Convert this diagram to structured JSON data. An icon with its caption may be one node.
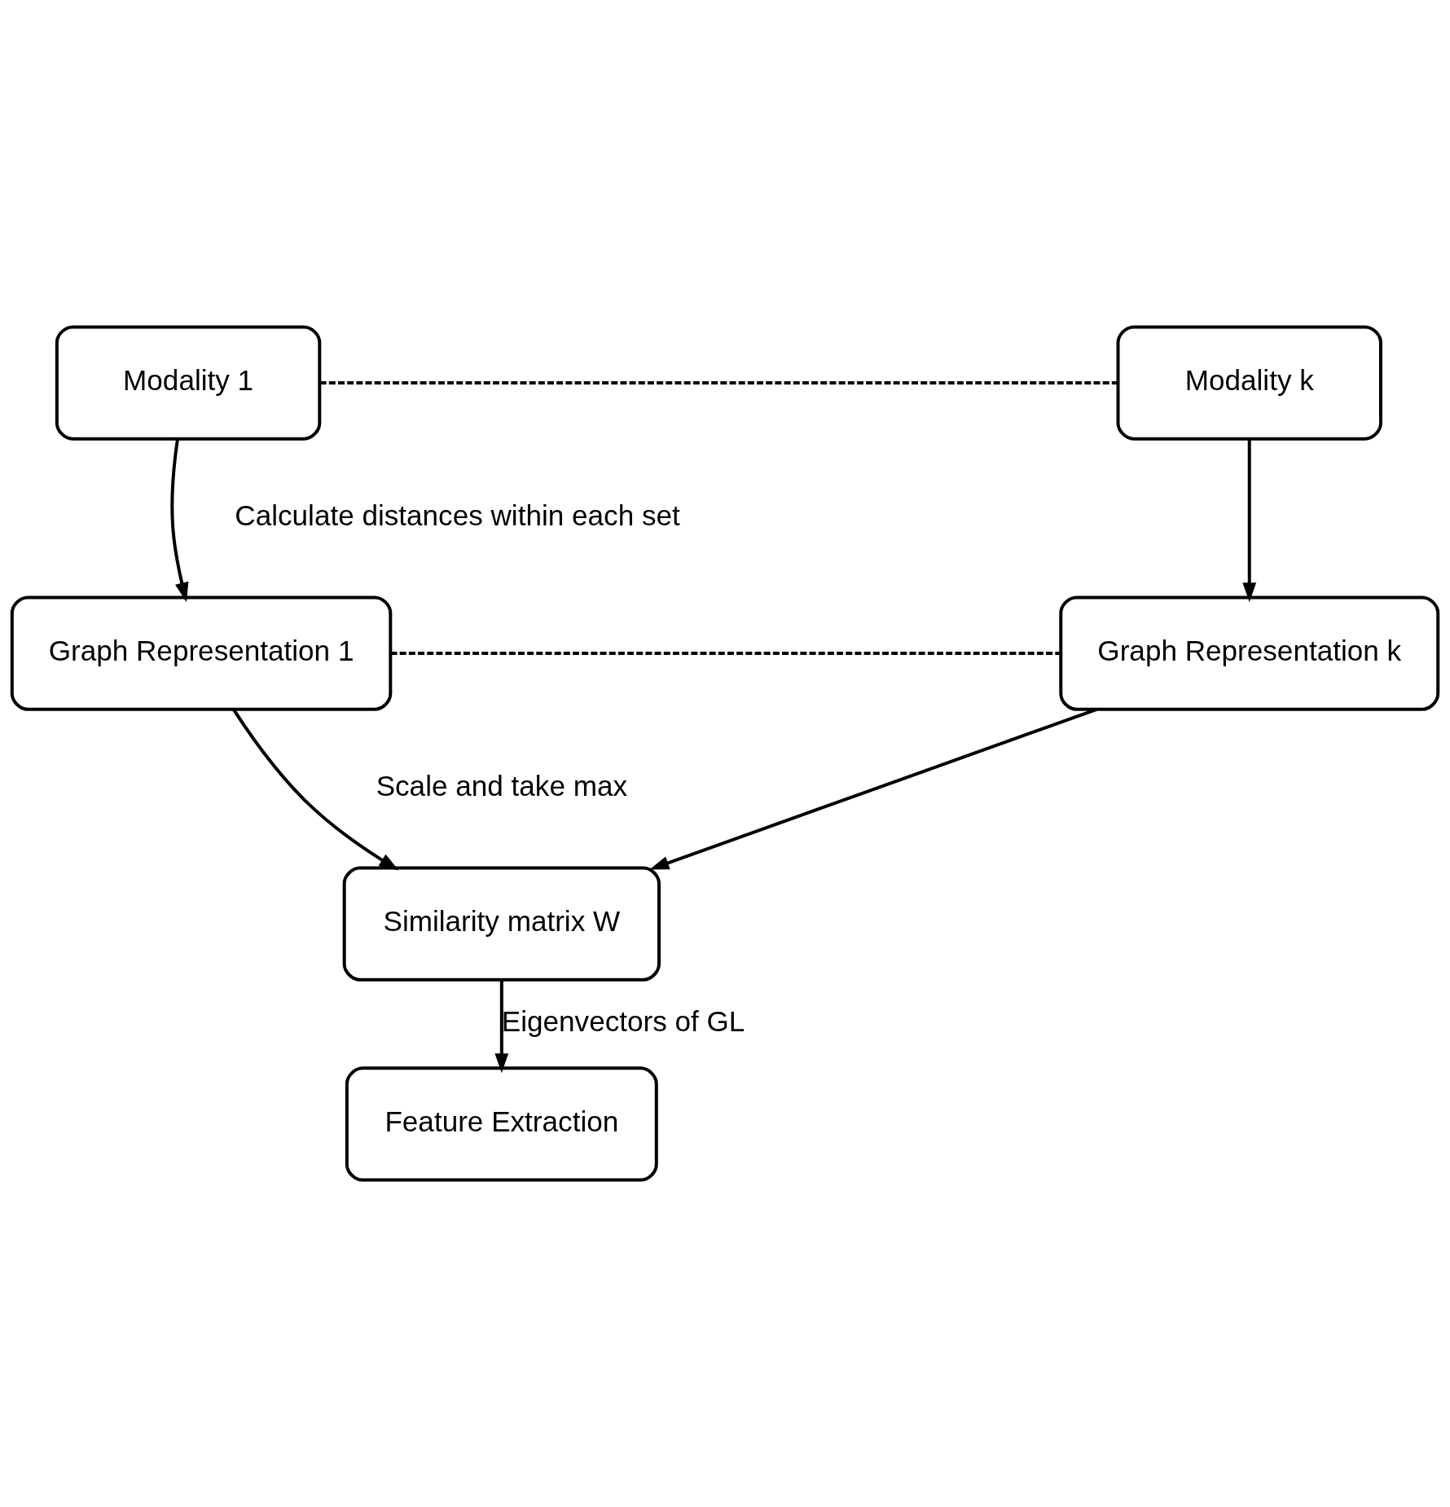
{
  "diagram": {
    "nodes": [
      {
        "text": [
          "Modality 1"
        ]
      },
      {
        "text": [
          "Modality k"
        ]
      },
      {
        "text": [
          "Graph Representation 1"
        ]
      },
      {
        "text": [
          "Graph Representation k"
        ]
      },
      {
        "text": [
          "Similarity matrix W"
        ]
      },
      {
        "text": [
          "Feature Extraction"
        ]
      }
    ],
    "edges": [
      {
        "from": 0,
        "to": 1,
        "arrow": "none",
        "style": "dashed"
      },
      {
        "from": 0,
        "to": 2,
        "arrow": "to"
      },
      {
        "from": 1,
        "to": 3,
        "arrow": "to"
      },
      {
        "from": 2,
        "to": 3,
        "arrow": "none",
        "style": "dashed"
      },
      {
        "from": 2,
        "to": 4,
        "arrow": "to"
      },
      {
        "from": 3,
        "to": 4,
        "arrow": "to"
      },
      {
        "from": 4,
        "to": 5,
        "arrow": "to",
        "label": "Eigenvectors of GL"
      }
    ],
    "labels": [
      "Calculate distances within each set",
      "Scale and take max"
    ]
  }
}
